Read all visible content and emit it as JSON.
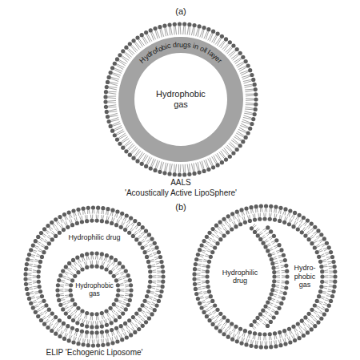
{
  "diagram": {
    "nodes": [
      {
        "text": [
          "Hydrofobic drugs in oil layer"
        ]
      },
      {
        "text": [
          "Hydrophobic gas"
        ],
        "in": 0
      },
      {
        "text": [
          "Hydrophilic drug"
        ]
      },
      {
        "text": [
          "Hydrophobic gas"
        ],
        "in": 2
      },
      {
        "text": [
          "Hydro- phobic gas"
        ]
      },
      {
        "text": [
          "Hydrophilic drug"
        ],
        "in": 4
      }
    ],
    "labels": [
      "(a)",
      "AALS",
      "'Acoustically Active LipoSphere'",
      "(b)",
      "ELIP 'Echogenic Liposome'"
    ]
  }
}
